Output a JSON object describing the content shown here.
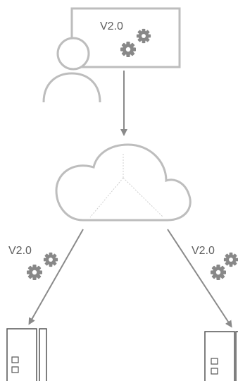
{
  "diagram": {
    "source_version": "V2.0",
    "left_version": "V2.0",
    "right_version": "V2.0"
  },
  "colors": {
    "outline": "#bdbdbd",
    "arrow": "#8a8a8a",
    "gear": "#888888",
    "text": "#5f5f5f",
    "dashed": "#cfcfcf"
  },
  "icons": [
    "monitor-icon",
    "user-icon",
    "gear-icon",
    "cloud-icon",
    "device-icon",
    "arrow-icon"
  ]
}
